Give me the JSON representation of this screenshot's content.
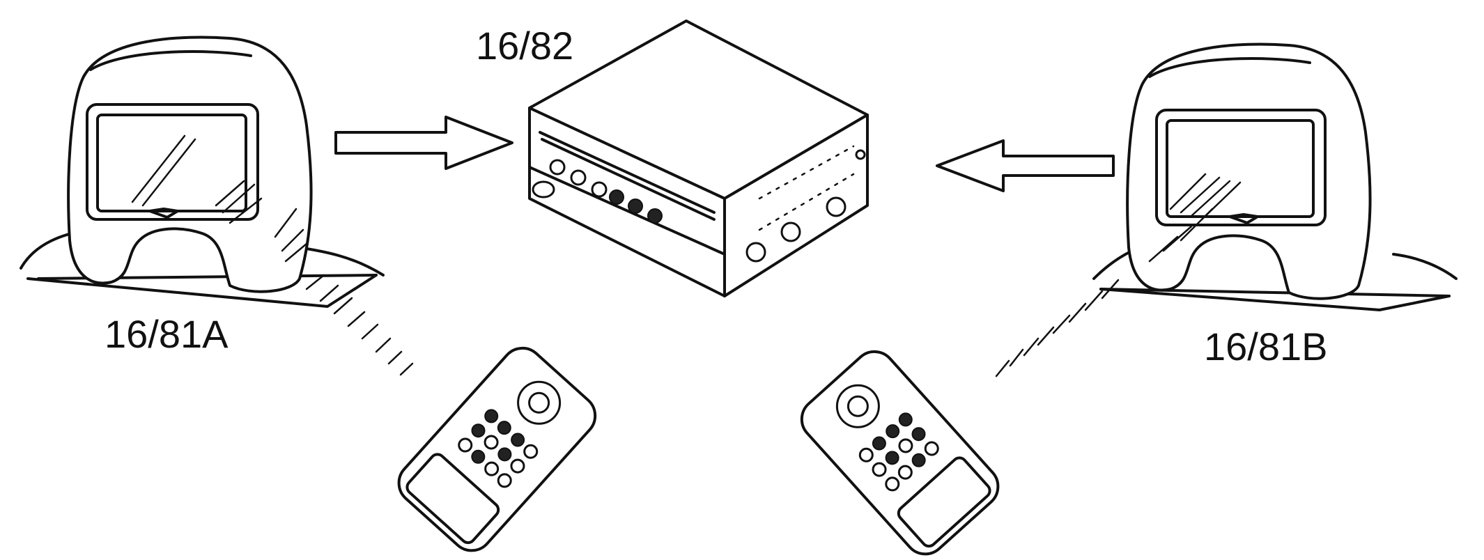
{
  "labels": {
    "player": "16/82",
    "headrest_left": "16/81A",
    "headrest_right": "16/81B"
  },
  "icons": {
    "headrest_left": "headrest-monitor-icon",
    "headrest_right": "headrest-monitor-icon",
    "player": "dvd-player-icon",
    "remote_left": "remote-control-icon",
    "remote_right": "remote-control-icon",
    "arrow_left": "arrow-right-icon",
    "arrow_right": "arrow-left-icon"
  }
}
